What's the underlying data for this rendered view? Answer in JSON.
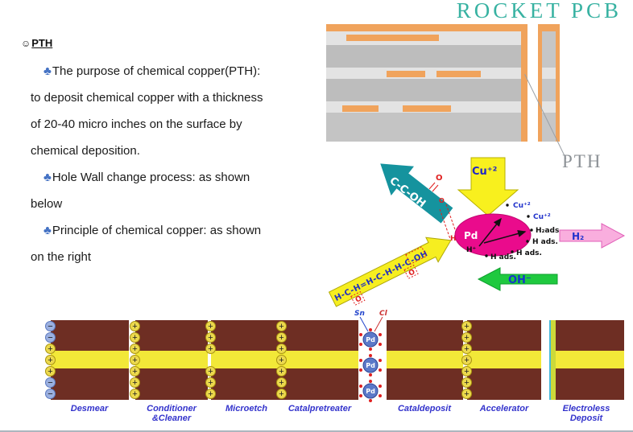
{
  "logo": {
    "text": "ROCKET PCB"
  },
  "heading": {
    "symbol": "☺",
    "title": "PTH"
  },
  "intro": {
    "marker": "♣",
    "b1": "The purpose of chemical copper(PTH): to deposit chemical copper with a thickness of 20-40 micro inches on the surface by chemical deposition.",
    "b2": "Hole Wall change process: as shown below",
    "b3": "Principle of chemical copper: as shown on the right"
  },
  "board": {
    "label": "PTH"
  },
  "chem": {
    "organic_arrow": "C-C-OH",
    "carbonyl_o": "O",
    "cu_arrow": "Cu⁺²",
    "pd_center": "Pd",
    "h2_arrow": "H₂",
    "oh_arrow": "OH⁻",
    "chain": "H-C-H=H-C-H-H-C-OH",
    "chain_o1": "O",
    "chain_o2": "O",
    "cu_ion1": "Cu⁺²",
    "cu_ion2": "Cu⁺²",
    "h2_ads": "H₂ads.",
    "h_ads1": "H ads.",
    "h_ads2": "H ads.",
    "h_ads3": "H ads.",
    "h_plus": "H⁺",
    "h_red": "H",
    "o_red": "O"
  },
  "catalyst": {
    "sn": "Sn",
    "cl": "Cl",
    "pd": "Pd"
  },
  "ions": {
    "plus": "+",
    "minus": "−"
  },
  "steps": [
    {
      "label": "Desmear"
    },
    {
      "label": "Conditioner\n&Cleaner"
    },
    {
      "label": "Microetch"
    },
    {
      "label": "Catalpretreater"
    },
    {
      "label": "Cataldeposit"
    },
    {
      "label": "Accelerator"
    },
    {
      "label": "Electroless\nDeposit"
    }
  ]
}
